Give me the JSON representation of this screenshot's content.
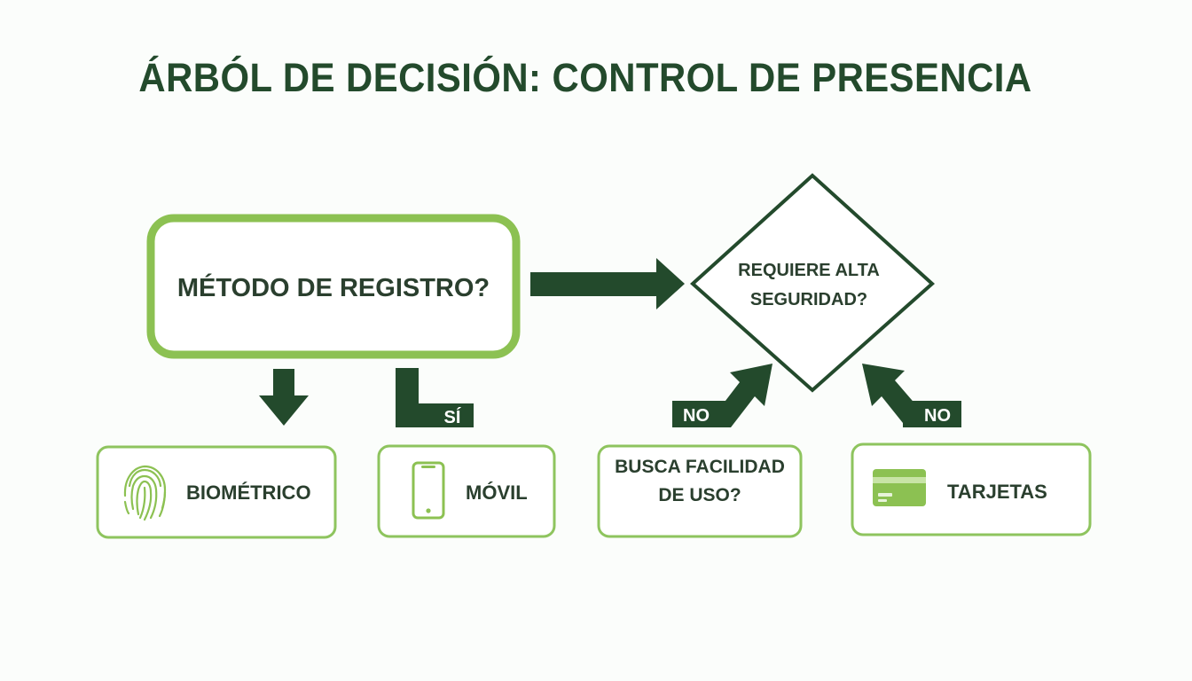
{
  "title": "ÁRBÓL DE DECISIÓN: CONTROL DE PRESENCIA",
  "colors": {
    "dark_green": "#234a2c",
    "light_green": "#8cc152",
    "box_border": "#8ec45e",
    "text": "#2a3f2e"
  },
  "nodes": {
    "metodo": {
      "label": "MÉTODO DE REGISTRO?"
    },
    "seguridad": {
      "line1": "REQUIERE ALTA",
      "line2": "SEGURIDAD?"
    },
    "biometrico": {
      "label": "BIOMÉTRICO",
      "icon": "fingerprint-icon"
    },
    "movil": {
      "label": "MÓVIL",
      "icon": "smartphone-icon"
    },
    "facilidad": {
      "line1": "BUSCA FACILIDAD",
      "line2": "DE USO?"
    },
    "tarjetas": {
      "label": "TARJETAS",
      "icon": "credit-card-icon"
    }
  },
  "edge_labels": {
    "si": "SÍ",
    "no_left": "NO",
    "no_right": "NO"
  }
}
